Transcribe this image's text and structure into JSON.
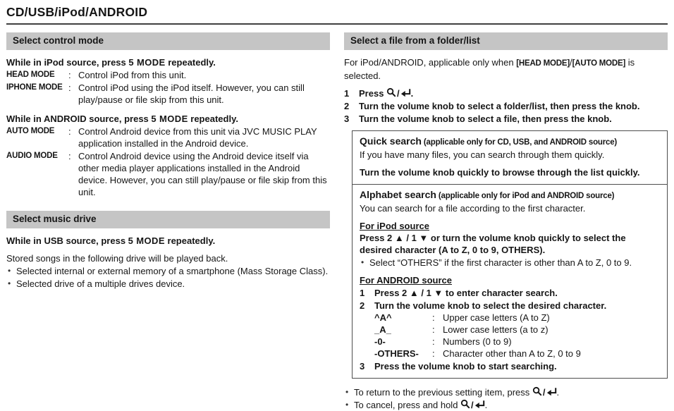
{
  "page": {
    "title": "CD/USB/iPod/ANDROID"
  },
  "glyphs": {
    "bullet": "•",
    "slash": "/"
  },
  "icons": {
    "search": "magnifier",
    "back": "return-arrow"
  },
  "left": {
    "control_mode": {
      "header": "Select control mode",
      "ipod_line": {
        "prefix": "While in iPod source, press ",
        "button": "5 MODE",
        "suffix": " repeatedly."
      },
      "ipod_modes": [
        {
          "label": "HEAD MODE",
          "colon": ":",
          "desc": "Control iPod from this unit."
        },
        {
          "label": "IPHONE MODE",
          "colon": ":",
          "desc": "Control iPod using the iPod itself. However, you can still play/pause or file skip from this unit."
        }
      ],
      "android_line": {
        "prefix": "While in ANDROID source, press ",
        "button": "5 MODE",
        "suffix": " repeatedly."
      },
      "android_modes": [
        {
          "label": "AUTO MODE",
          "colon": ":",
          "desc": "Control Android device from this unit via JVC MUSIC PLAY application installed in the Android device."
        },
        {
          "label": "AUDIO MODE",
          "colon": ":",
          "desc": "Control Android device using the Android device itself via other media player applications installed in the Android device. However, you can still play/pause or file skip from this unit."
        }
      ]
    },
    "music_drive": {
      "header": "Select music drive",
      "usb_line": {
        "prefix": "While in USB source, press ",
        "button": "5 MODE",
        "suffix": " repeatedly."
      },
      "intro": "Stored songs in the following drive will be played back.",
      "bullets": [
        "Selected internal or external memory of a smartphone (Mass Storage Class).",
        "Selected drive of a multiple drives device."
      ]
    }
  },
  "right": {
    "header": "Select a file from a folder/list",
    "intro": {
      "prefix": "For iPod/ANDROID, applicable only when ",
      "tag1": "[HEAD MODE]",
      "slash": "/",
      "tag2": "[AUTO MODE]",
      "suffix": " is selected."
    },
    "steps": [
      {
        "num": "1",
        "prefix": "Press ",
        "suffix": "."
      },
      {
        "num": "2",
        "text": "Turn the volume knob to select a folder/list, then press the knob."
      },
      {
        "num": "3",
        "text": "Turn the volume knob to select a file, then press the knob."
      }
    ],
    "quick_search": {
      "title": "Quick search",
      "scope": " (applicable only for CD, USB, and ANDROID source)",
      "desc": "If you have many files, you can search through them quickly.",
      "tip": "Turn the volume knob quickly to browse through the list quickly."
    },
    "alphabet_search": {
      "title": "Alphabet search",
      "scope": " (applicable only for iPod and ANDROID source)",
      "desc": "You can search for a file according to the first character.",
      "ipod": {
        "heading": "For iPod source",
        "line": "Press 2 ▲ / 1 ▼ or turn the volume knob quickly to select the desired character (A to Z, 0 to 9, OTHERS).",
        "bullet": "Select “OTHERS” if the first character is other than A to Z, 0 to 9."
      },
      "android": {
        "heading": "For ANDROID source",
        "steps": [
          {
            "num": "1",
            "text": "Press 2 ▲ / 1 ▼  to enter character search."
          },
          {
            "num": "2",
            "text": "Turn the volume knob to select the desired character."
          }
        ],
        "chars": [
          {
            "label": "^A^",
            "colon": ":",
            "desc": "Upper case letters (A to Z)"
          },
          {
            "label": "_A_",
            "colon": ":",
            "desc": "Lower case letters (a to z)"
          },
          {
            "label": "-0-",
            "colon": ":",
            "desc": "Numbers (0 to 9)"
          },
          {
            "label": "-OTHERS-",
            "colon": ":",
            "desc": "Character other than A to Z, 0 to 9"
          }
        ],
        "step3": {
          "num": "3",
          "text": "Press the volume knob to start searching."
        }
      }
    },
    "footer_bullets": [
      {
        "prefix": "To return to the previous setting item, press ",
        "suffix": "."
      },
      {
        "prefix": "To cancel, press and hold ",
        "suffix": "."
      }
    ]
  }
}
